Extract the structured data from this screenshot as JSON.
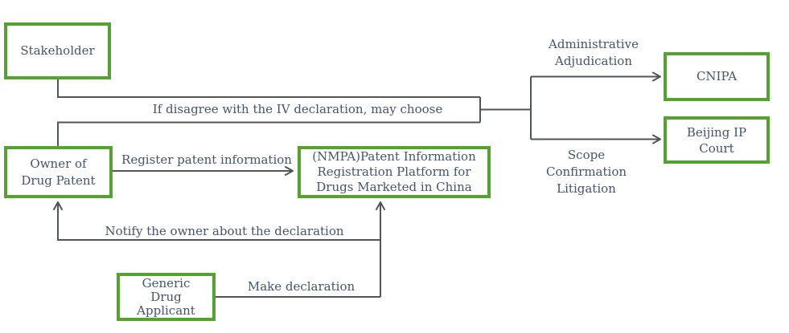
{
  "nodes": {
    "stakeholder": {
      "label": "Stakeholder"
    },
    "owner_of_drug_patent": {
      "label": "Owner of\nDrug Patent"
    },
    "nmpa_platform": {
      "label": "(NMPA)Patent Information\nRegistration Platform for\nDrugs Marketed in China"
    },
    "generic_drug_applicant": {
      "label": "Generic\nDrug\nApplicant"
    },
    "cnipa": {
      "label": "CNIPA"
    },
    "beijing_ip_court": {
      "label": "Beijing IP\nCourt"
    }
  },
  "edge_labels": {
    "disagree_choice": "If disagree with the IV declaration, may choose",
    "administrative_adjudication": "Administrative\nAdjudication",
    "scope_confirmation_litigation": "Scope\nConfirmation\nLitigation",
    "register_patent_information": "Register patent information",
    "notify_owner": "Notify the owner about the declaration",
    "make_declaration": "Make declaration"
  },
  "colors": {
    "node_border_green": "#56A22F",
    "connector_gray": "#4F5456",
    "text": "#44546A",
    "background": "#FFFFFF"
  }
}
